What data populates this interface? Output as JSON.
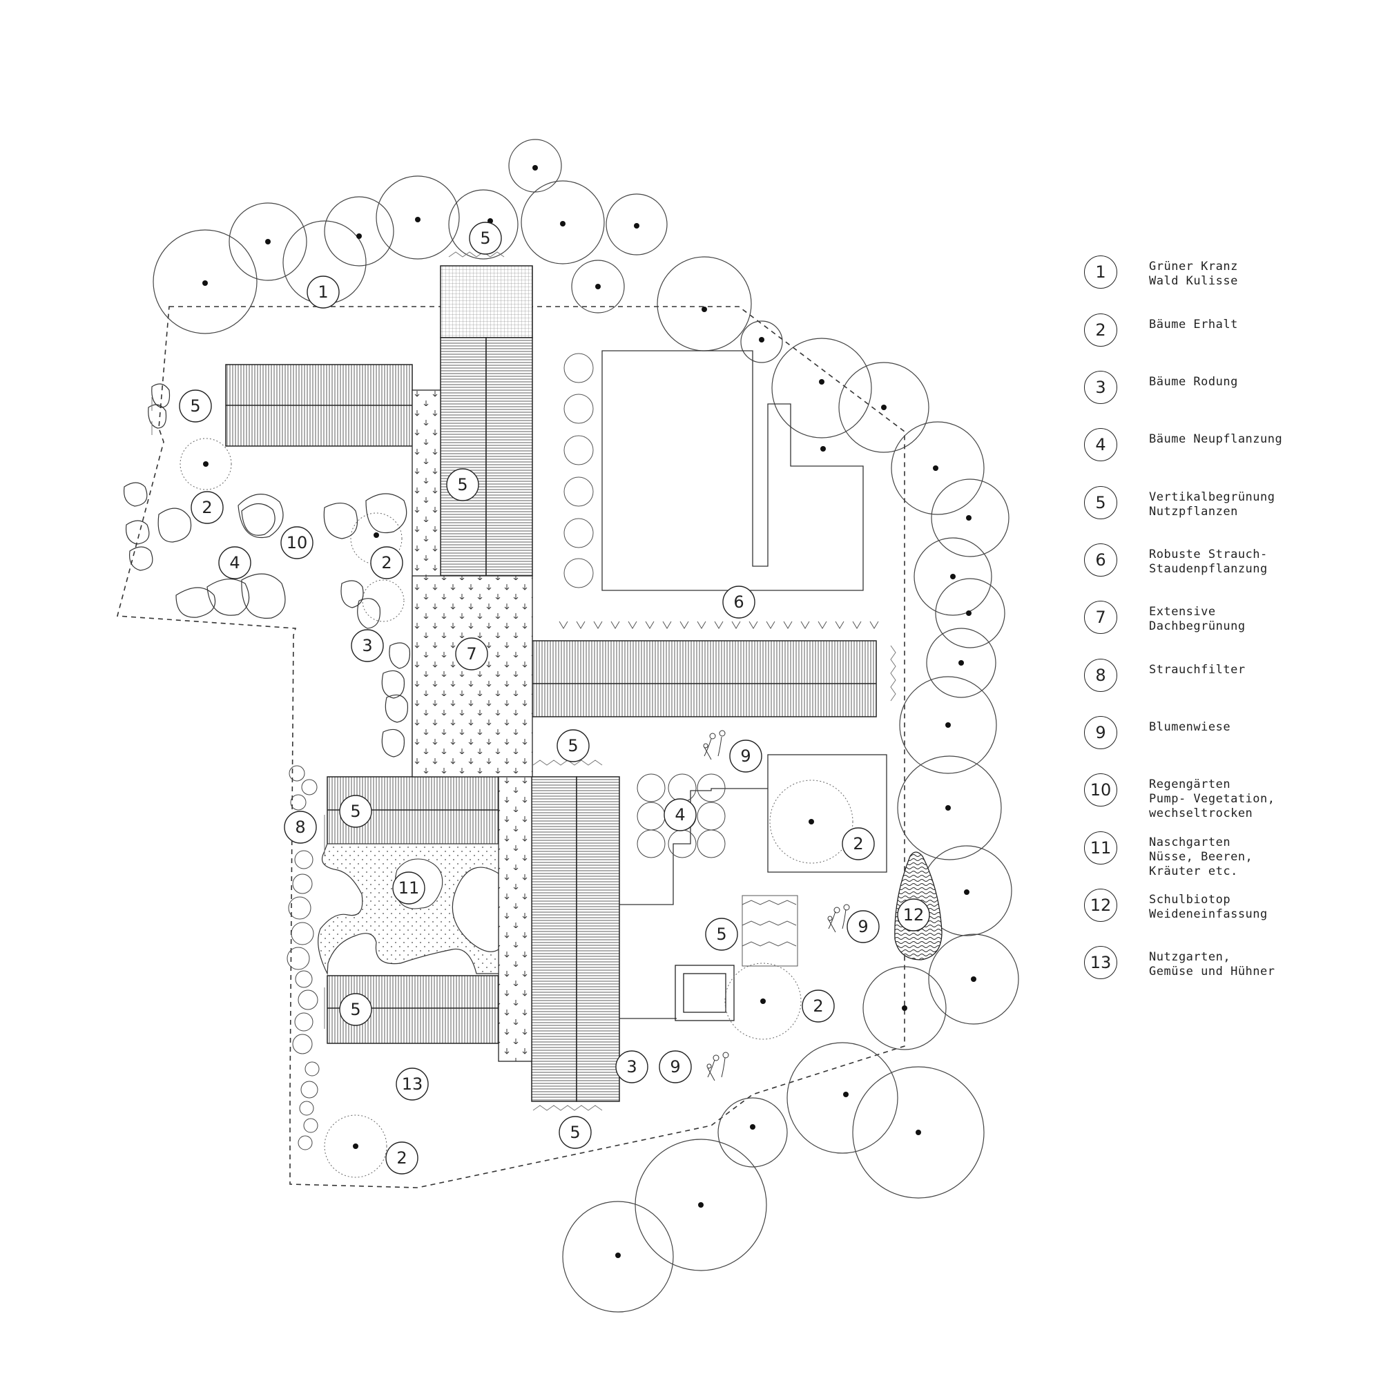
{
  "legend": [
    {
      "num": "1",
      "lines": [
        "Grüner Kranz",
        "Wald Kulisse"
      ]
    },
    {
      "num": "2",
      "lines": [
        "Bäume Erhalt"
      ]
    },
    {
      "num": "3",
      "lines": [
        "Bäume Rodung"
      ]
    },
    {
      "num": "4",
      "lines": [
        "Bäume Neupflanzung"
      ]
    },
    {
      "num": "5",
      "lines": [
        "Vertikalbegrünung",
        "Nutzpflanzen"
      ]
    },
    {
      "num": "6",
      "lines": [
        "Robuste Strauch-",
        "Staudenpflanzung"
      ]
    },
    {
      "num": "7",
      "lines": [
        "Extensive",
        "Dachbegrünung"
      ]
    },
    {
      "num": "8",
      "lines": [
        "Strauchfilter"
      ]
    },
    {
      "num": "9",
      "lines": [
        "Blumenwiese"
      ]
    },
    {
      "num": "10",
      "lines": [
        "Regengärten",
        "Pump- Vegetation,",
        "wechseltrocken"
      ]
    },
    {
      "num": "11",
      "lines": [
        "Naschgarten",
        "Nüsse, Beeren,",
        "Kräuter etc."
      ]
    },
    {
      "num": "12",
      "lines": [
        "Schulbiotop",
        "Weideneinfassung"
      ]
    },
    {
      "num": "13",
      "lines": [
        "Nutzgarten,",
        "Gemüse und Hühner"
      ]
    }
  ],
  "plan_labels": [
    "1",
    "5",
    "5",
    "2",
    "10",
    "4",
    "2",
    "3",
    "5",
    "7",
    "6",
    "9",
    "5",
    "5",
    "8",
    "11",
    "4",
    "2",
    "12",
    "5",
    "9",
    "2",
    "5",
    "3",
    "9",
    "13",
    "5",
    "2"
  ]
}
